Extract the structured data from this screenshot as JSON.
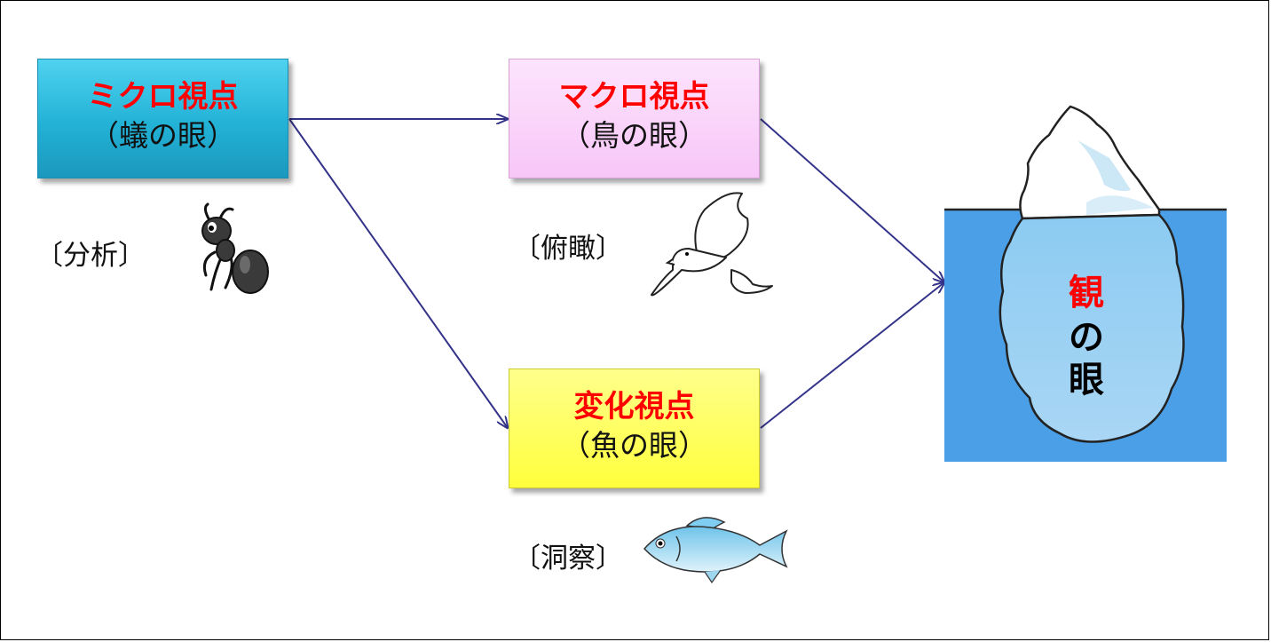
{
  "micro": {
    "title": "ミクロ視点",
    "subtitle": "（蟻の眼）"
  },
  "macro": {
    "title": "マクロ視点",
    "subtitle": "（鳥の眼）"
  },
  "change": {
    "title": "変化視点",
    "subtitle": "（魚の眼）"
  },
  "labels": {
    "analysis": "〔分析〕",
    "overview": "〔俯瞰〕",
    "insight": "〔洞察〕"
  },
  "iceberg": {
    "line1": "観",
    "line2": "の",
    "line3": "眼"
  },
  "colors": {
    "accent_red": "#ff0000",
    "arrow": "#33338a",
    "water": "#4a9fe6",
    "micro_box": "#22b2d6",
    "macro_box": "#f7c6f7",
    "change_box": "#ffff3c"
  },
  "icons": [
    "ant-icon",
    "dove-icon",
    "fish-icon",
    "iceberg-icon"
  ]
}
